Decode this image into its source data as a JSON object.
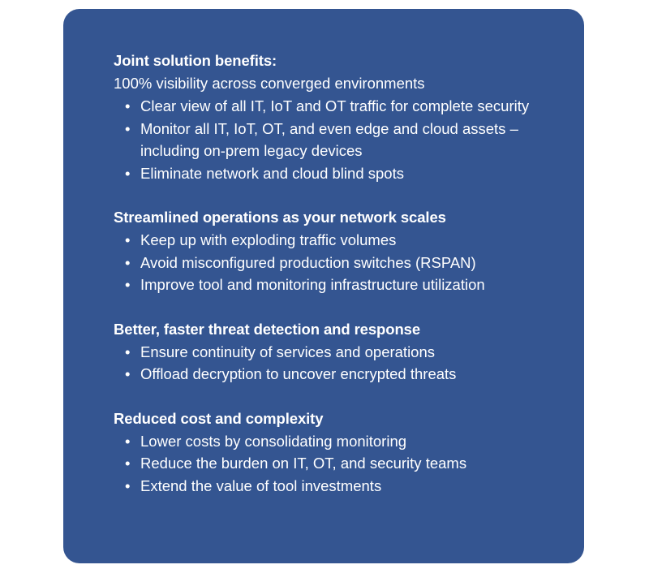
{
  "sections": [
    {
      "heading": "Joint solution benefits:",
      "subline": "100% visibility across converged environments",
      "items": [
        "Clear view of all IT, IoT and OT traffic for complete security",
        "Monitor all IT, IoT, OT, and even edge and cloud assets – including on-prem legacy devices",
        "Eliminate network and cloud blind spots"
      ]
    },
    {
      "heading": "Streamlined operations as your network scales",
      "items": [
        "Keep up with exploding traffic volumes",
        "Avoid misconfigured production switches (RSPAN)",
        "Improve tool and monitoring infrastructure utilization"
      ]
    },
    {
      "heading": "Better, faster threat detection and response",
      "items": [
        "Ensure continuity of services and operations",
        "Offload decryption to uncover encrypted threats"
      ]
    },
    {
      "heading": "Reduced cost and complexity",
      "items": [
        "Lower costs by consolidating monitoring",
        "Reduce the burden on IT, OT, and security teams",
        "Extend the value of tool investments"
      ]
    }
  ],
  "colors": {
    "card_background": "#345591",
    "text": "#ffffff",
    "page_background": "#ffffff"
  },
  "icons": {
    "bullet": "bullet-icon"
  }
}
